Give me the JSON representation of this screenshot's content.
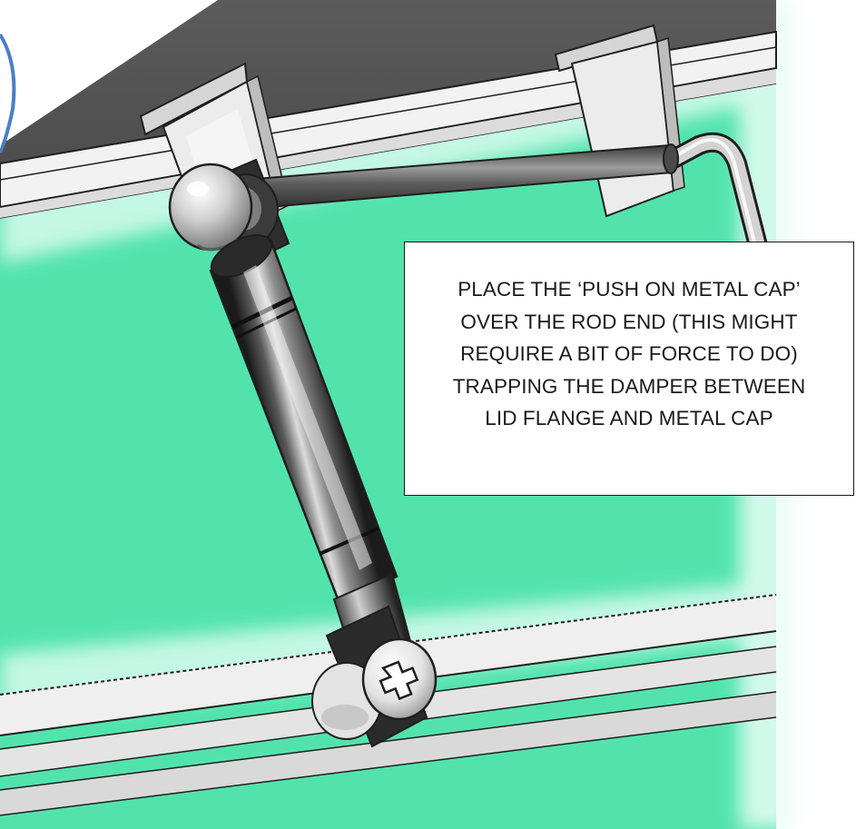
{
  "callout": {
    "lines": [
      "PLACE THE ‘PUSH ON METAL CAP’",
      "OVER THE ROD END (THIS MIGHT",
      "REQUIRE A BIT OF FORCE TO DO)",
      "TRAPPING THE DAMPER BETWEEN",
      "LID FLANGE AND METAL CAP"
    ]
  },
  "colors": {
    "panel": "#52e3ad",
    "panel_glow": "#aaf3d6",
    "lid": "#565656",
    "bracket": "#e9e9e9",
    "damper": "#3a3a3a",
    "outline": "#1e1e1e",
    "callout_border": "#1a1a1a",
    "edge_circle": "#4a7fc4"
  },
  "icons": {
    "screw": "phillips-screw-head-icon",
    "cap": "dome-metal-cap-icon"
  }
}
